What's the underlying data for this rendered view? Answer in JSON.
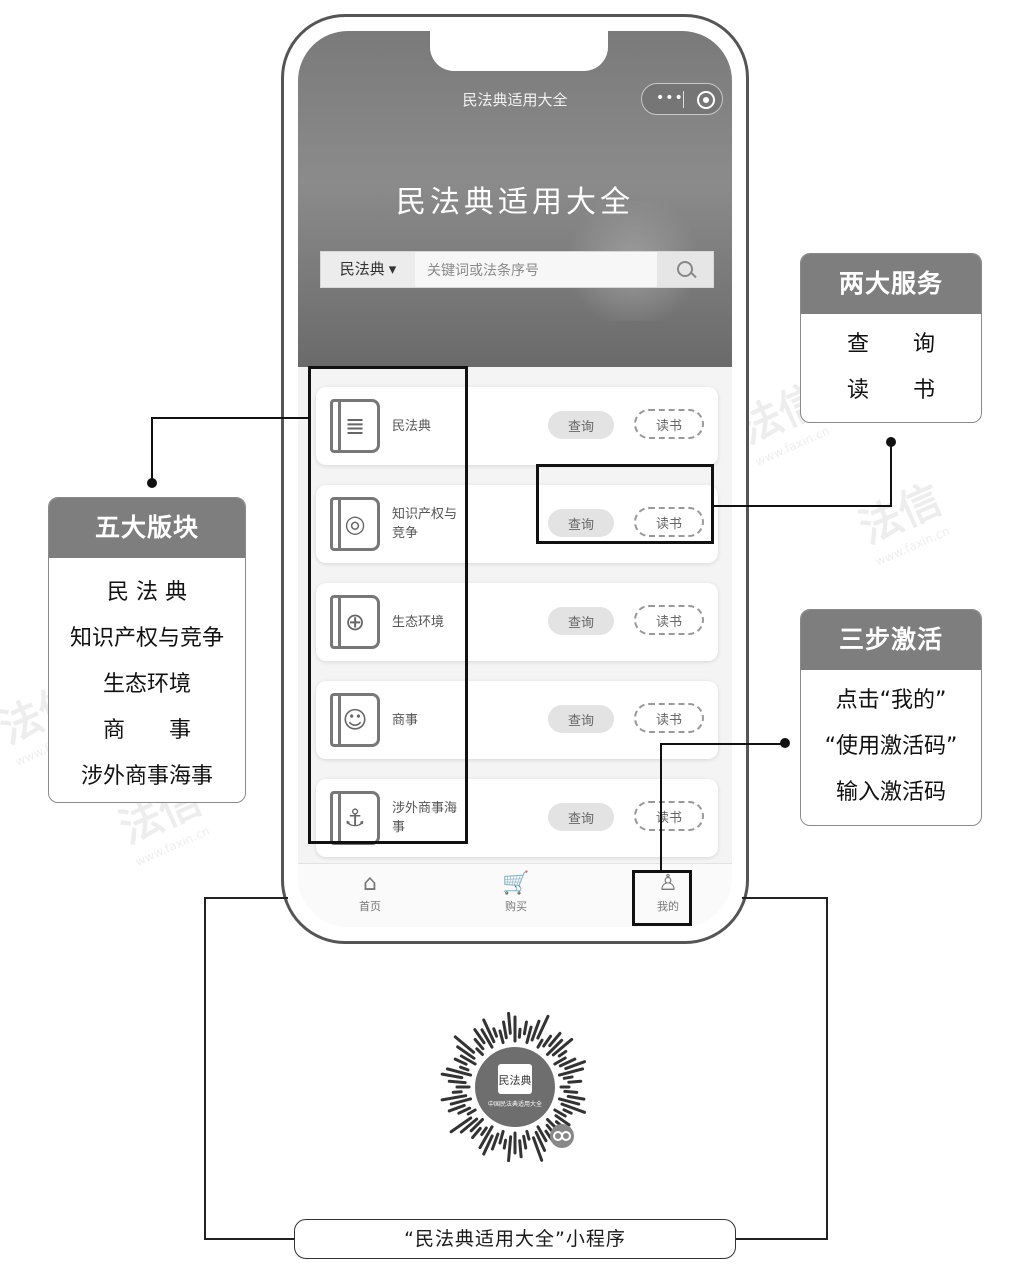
{
  "app": {
    "nav_title": "民法典适用大全",
    "hero_title": "民法典适用大全",
    "capsule_dots": "•••"
  },
  "search": {
    "scope": "民法典",
    "placeholder": "关键词或法条序号"
  },
  "cards": [
    {
      "label": "民法典",
      "query": "查询",
      "read": "读书",
      "icon": "book-stack-icon",
      "glyph": "≣"
    },
    {
      "label": "知识产权与竞争",
      "query": "查询",
      "read": "读书",
      "icon": "lightbulb-book-icon",
      "glyph": "◎"
    },
    {
      "label": "生态环境",
      "query": "查询",
      "read": "读书",
      "icon": "globe-book-icon",
      "glyph": "⊕"
    },
    {
      "label": "商事",
      "query": "查询",
      "read": "读书",
      "icon": "person-book-icon",
      "glyph": "☺"
    },
    {
      "label": "涉外商事海事",
      "query": "查询",
      "read": "读书",
      "icon": "anchor-book-icon",
      "glyph": "⚓"
    }
  ],
  "tabbar": [
    {
      "label": "首页",
      "icon": "home-icon",
      "glyph": "⌂"
    },
    {
      "label": "购买",
      "icon": "cart-icon",
      "glyph": "🛒"
    },
    {
      "label": "我的",
      "icon": "user-icon",
      "glyph": "♙"
    }
  ],
  "panels": {
    "five_sections": {
      "title": "五大版块",
      "items": [
        "民 法 典",
        "知识产权与竞争",
        "生态环境",
        "商　　事",
        "涉外商事海事"
      ]
    },
    "two_services": {
      "title": "两大服务",
      "items": [
        "查　　询",
        "读　　书"
      ]
    },
    "three_steps": {
      "title": "三步激活",
      "items": [
        "点击“我的”",
        "“使用激活码”",
        "输入激活码"
      ]
    }
  },
  "qr": {
    "center_text": "民法典",
    "sub_text": "中国民法典适用大全"
  },
  "caption": "“民法典适用大全”小程序",
  "watermark": {
    "text": "法信",
    "url": "www.faxin.cn"
  },
  "colors": {
    "header_gray": "#7e7e7e",
    "outline": "#111111"
  }
}
